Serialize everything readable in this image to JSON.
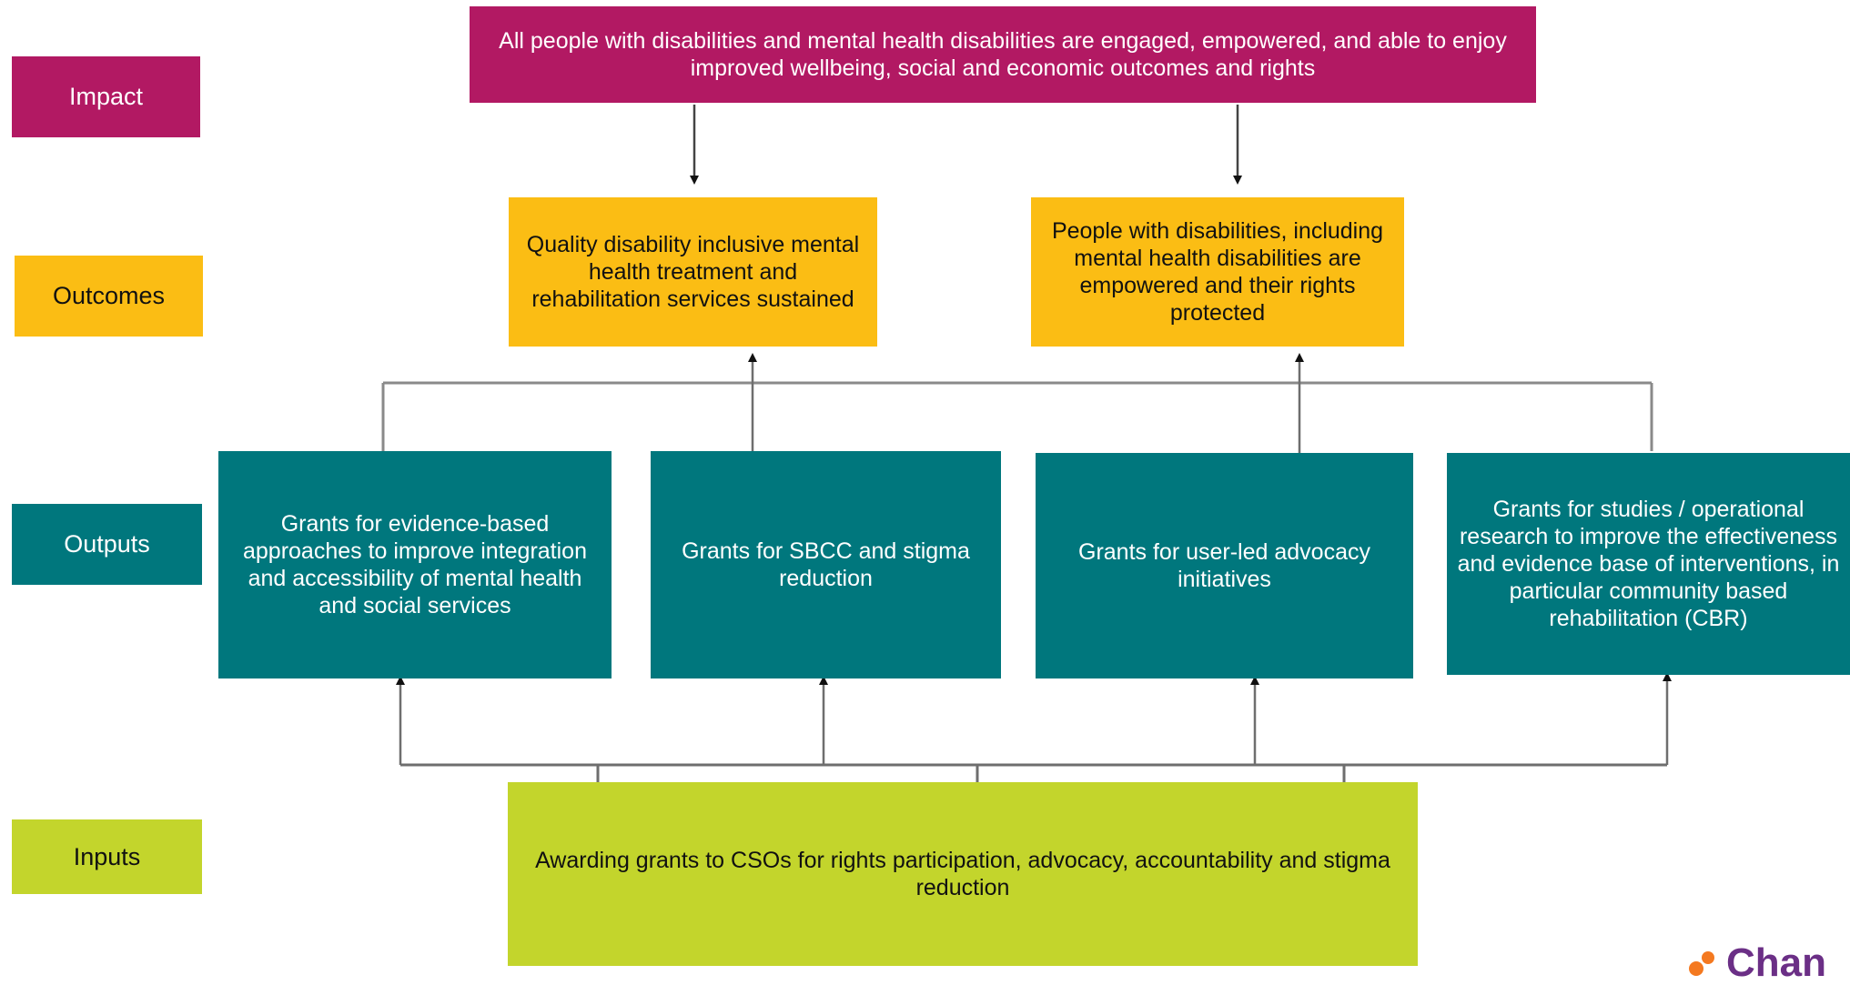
{
  "row_labels": {
    "impact": "Impact",
    "outcomes": "Outcomes",
    "outputs": "Outputs",
    "inputs": "Inputs"
  },
  "impact": {
    "text": "All people with disabilities and mental health disabilities are engaged, empowered, and able to enjoy improved wellbeing, social and economic outcomes and rights"
  },
  "outcomes": [
    {
      "text": "Quality disability inclusive mental health treatment and rehabilitation services sustained"
    },
    {
      "text": "People with disabilities, including mental health disabilities are empowered and their rights protected"
    }
  ],
  "outputs": [
    {
      "text": "Grants for evidence-based approaches to improve integration and accessibility of mental health and social services"
    },
    {
      "text": "Grants for SBCC and stigma reduction"
    },
    {
      "text": "Grants for user-led advocacy initiatives"
    },
    {
      "text": "Grants for studies / operational research to improve the effectiveness and evidence base of interventions, in particular community based rehabilitation (CBR)"
    }
  ],
  "inputs": {
    "text": "Awarding grants to CSOs for rights participation, advocacy, accountability and stigma reduction"
  },
  "logo": {
    "text": "Chan",
    "icon": "logo-mark-icon"
  },
  "colors": {
    "impact": "#b21963",
    "outcomes": "#fbbd14",
    "outputs": "#00777d",
    "inputs": "#c3d52c",
    "connector": "#6e6e6e",
    "arrow": "#111111"
  }
}
